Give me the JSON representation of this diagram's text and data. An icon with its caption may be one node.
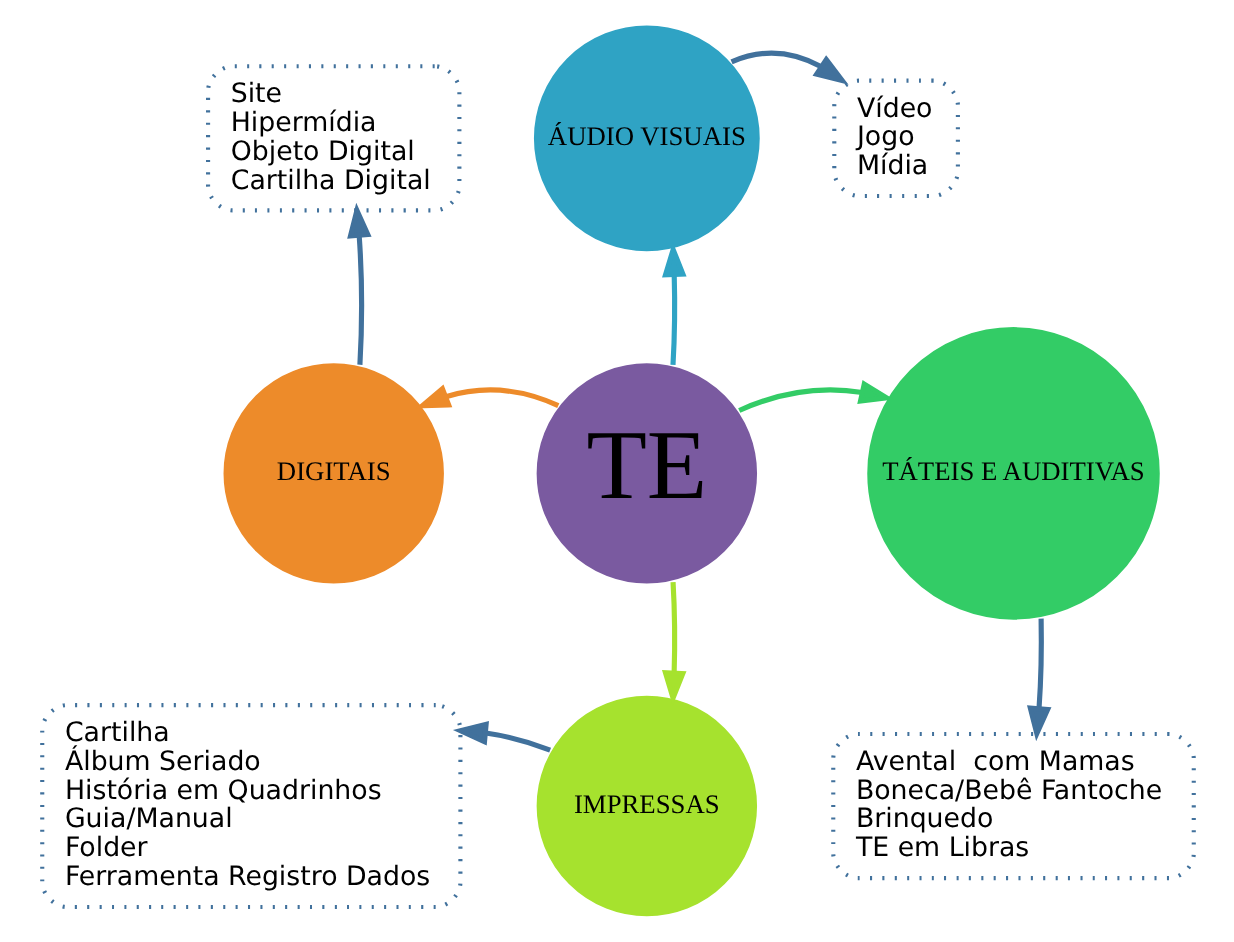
{
  "diagram": {
    "nodes": [
      {
        "text": [
          "Site",
          "Hipermídia",
          "Objeto Digital",
          "Cartilha Digital"
        ]
      },
      {
        "text": [
          "ÁUDIO VISUAIS"
        ]
      },
      {
        "text": [
          "Vídeo",
          "Jogo",
          "Mídia"
        ]
      },
      {
        "text": [
          "DIGITAIS"
        ]
      },
      {
        "text": [
          "TE"
        ]
      },
      {
        "text": [
          "TÁTEIS E AUDITIVAS"
        ]
      },
      {
        "text": [
          "Cartilha",
          "Álbum Seriado",
          "História em Quadrinhos",
          "Guia/Manual",
          "Folder",
          "Ferramenta Registro Dados"
        ]
      },
      {
        "text": [
          "IMPRESSAS"
        ]
      },
      {
        "text": [
          "Avental  com Mamas",
          "Boneca/Bebê Fantoche",
          "Brinquedo",
          "TE em Libras"
        ]
      }
    ],
    "edges": [
      {
        "from": 4,
        "to": 1,
        "arrow": "to",
        "color": "#2fa3c4"
      },
      {
        "from": 4,
        "to": 3,
        "arrow": "to",
        "color": "#ed8b2a"
      },
      {
        "from": 4,
        "to": 5,
        "arrow": "to",
        "color": "#33cc66"
      },
      {
        "from": 4,
        "to": 7,
        "arrow": "to",
        "color": "#a6e22e"
      },
      {
        "from": 1,
        "to": 2,
        "arrow": "to"
      },
      {
        "from": 3,
        "to": 0,
        "arrow": "to"
      },
      {
        "from": 5,
        "to": 8,
        "arrow": "to"
      },
      {
        "from": 7,
        "to": 6,
        "arrow": "to"
      }
    ]
  }
}
